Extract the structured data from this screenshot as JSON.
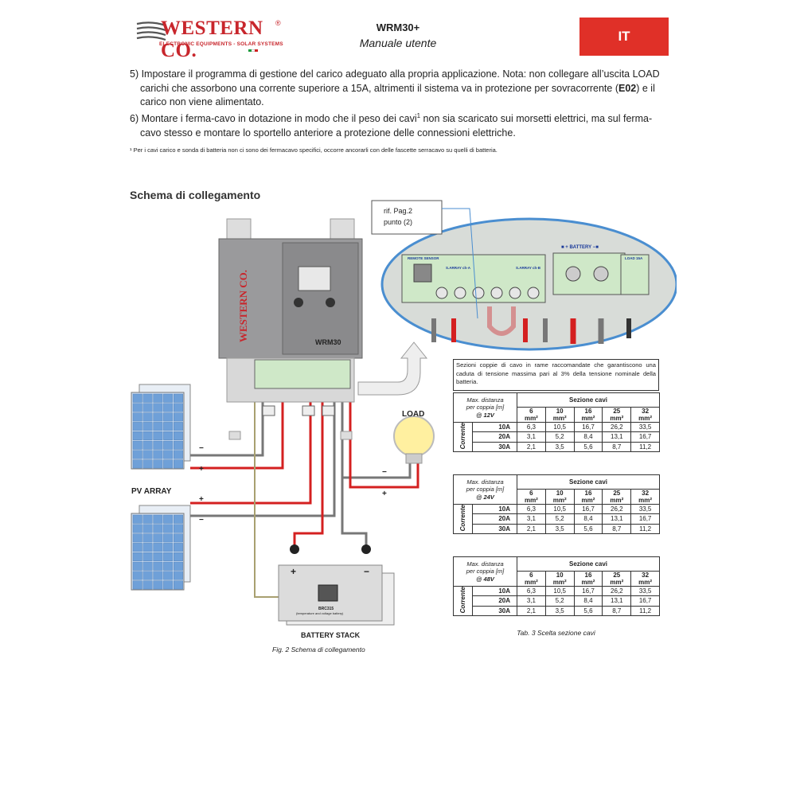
{
  "header": {
    "logo": {
      "brand": "WESTERN CO.",
      "tagline": "ELECTRONIC EQUIPMENTS - SOLAR SYSTEMS",
      "registered": "®"
    },
    "title": "WRM30+",
    "subtitle": "Manuale utente",
    "lang": "IT"
  },
  "body": {
    "item5_line1": "5) Impostare il programma di gestione del carico adeguato alla propria applicazione. Nota: non collegare all’uscita LOAD",
    "item5_line2_pre": "carichi che assorbono una corrente superiore a 15A, altrimenti il sistema va in protezione per sovracorrente (",
    "item5_code": "E02",
    "item5_line2_post": ") e il",
    "item5_line3": "carico non viene alimentato.",
    "item6_line1_pre": "6) Montare i ferma-cavo in dotazione in modo che il peso dei cavi",
    "item6_sup": "1",
    "item6_line1_post": " non sia scaricato sui morsetti elettrici, ma sul ferma-",
    "item6_line2": "cavo stesso e montare lo sportello anteriore a protezione delle connessioni elettriche.",
    "footnote": "¹ Per i cavi carico e sonda di batteria non ci sono dei fermacavo specifici, occorre ancorarli con delle fascette serracavo su quelli di batteria."
  },
  "diagram": {
    "section_title": "Schema di collegamento",
    "callout_l1": "rif. Pag.2",
    "callout_l2": "punto (2)",
    "device_label": "WRM30",
    "device_brand": "WESTERN CO.",
    "load_label": "LOAD",
    "pv_label": "PV ARRAY",
    "battery_label": "BATTERY STACK",
    "bat_plus": "+",
    "bat_minus": "−",
    "plus": "+",
    "minus": "−",
    "sensor_label": "BRC315",
    "sensor_sub": "(temperature and voltage battery)",
    "zoom_remote": "REMOTE SENSOR",
    "zoom_arr_a": "S.ARRAY ch-A",
    "zoom_arr_b": "S.ARRAY ch-B",
    "zoom_battery": "■ + BATTERY −■",
    "zoom_load": "LOAD 15A",
    "caption": "Fig. 2 Schema di collegamento",
    "colors": {
      "red_wire": "#d42020",
      "gray_wire": "#777777",
      "panel_blue": "#6fa0d8",
      "device_gray": "#9a9a9c",
      "terminal_green": "#cfe8c8"
    }
  },
  "cable_table": {
    "intro": "Sezioni coppie di cavo in rame raccomandate che garantiscono una caduta di tensione massima pari al 3% della tensione nominale della batteria.",
    "sezione": "Sezione cavi",
    "corrente": "Corrente",
    "sizes": [
      "6",
      "10",
      "16",
      "25",
      "32"
    ],
    "unit": "mm²",
    "blocks": [
      {
        "dist_l1": "Max. distanza",
        "dist_l2": "per coppia [m]",
        "dist_l3": "@ 12V",
        "rows": [
          {
            "current": "10A",
            "values": [
              "6,3",
              "10,5",
              "16,7",
              "26,2",
              "33,5"
            ]
          },
          {
            "current": "20A",
            "values": [
              "3,1",
              "5,2",
              "8,4",
              "13,1",
              "16,7"
            ]
          },
          {
            "current": "30A",
            "values": [
              "2,1",
              "3,5",
              "5,6",
              "8,7",
              "11,2"
            ]
          }
        ]
      },
      {
        "dist_l1": "Max. distanza",
        "dist_l2": "per coppia [m]",
        "dist_l3": "@ 24V",
        "rows": [
          {
            "current": "10A",
            "values": [
              "6,3",
              "10,5",
              "16,7",
              "26,2",
              "33,5"
            ]
          },
          {
            "current": "20A",
            "values": [
              "3,1",
              "5,2",
              "8,4",
              "13,1",
              "16,7"
            ]
          },
          {
            "current": "30A",
            "values": [
              "2,1",
              "3,5",
              "5,6",
              "8,7",
              "11,2"
            ]
          }
        ]
      },
      {
        "dist_l1": "Max. distanza",
        "dist_l2": "per coppia [m]",
        "dist_l3": "@ 48V",
        "rows": [
          {
            "current": "10A",
            "values": [
              "6,3",
              "10,5",
              "16,7",
              "26,2",
              "33,5"
            ]
          },
          {
            "current": "20A",
            "values": [
              "3,1",
              "5,2",
              "8,4",
              "13,1",
              "16,7"
            ]
          },
          {
            "current": "30A",
            "values": [
              "2,1",
              "3,5",
              "5,6",
              "8,7",
              "11,2"
            ]
          }
        ]
      }
    ],
    "caption": "Tab. 3  Scelta sezione cavi"
  }
}
